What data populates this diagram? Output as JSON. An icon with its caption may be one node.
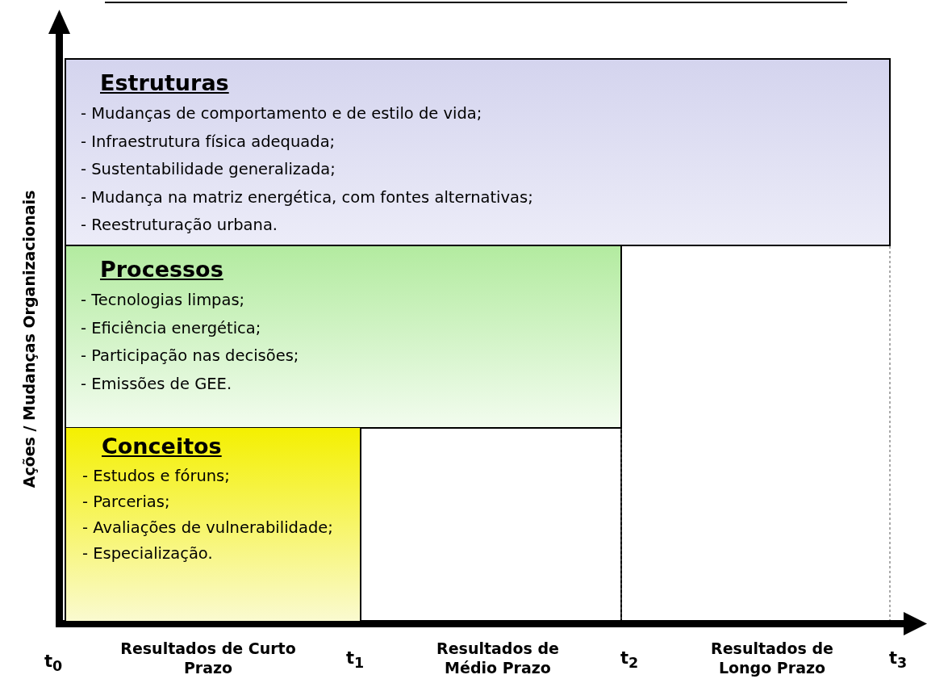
{
  "diagram": {
    "nodes": [
      {
        "text": [
          "Estruturas",
          "- Mudanças de comportamento e de estilo de vida;",
          "- Infraestrutura física adequada;",
          "- Sustentabilidade generalizada;",
          "- Mudança na matriz energética, com fontes alternativas;",
          "- Reestruturação urbana."
        ]
      },
      {
        "text": [
          "Processos",
          "- Tecnologias limpas;",
          "- Eficiência energética;",
          "- Participação nas decisões;",
          "- Emissões de GEE."
        ]
      },
      {
        "text": [
          "Conceitos",
          "- Estudos e fóruns;",
          "- Parcerias;",
          "- Avaliações de vulnerabilidade;",
          "- Especialização."
        ]
      }
    ],
    "labels": [
      "Ações / Mudanças Organizacionais",
      "t$_{0}$",
      "Resultados de Curto Prazo",
      "t$_{1}$",
      "Resultados de Médio Prazo",
      "t$_{2}$",
      "Resultados de Longo Prazo",
      "t$_{3}$"
    ]
  }
}
